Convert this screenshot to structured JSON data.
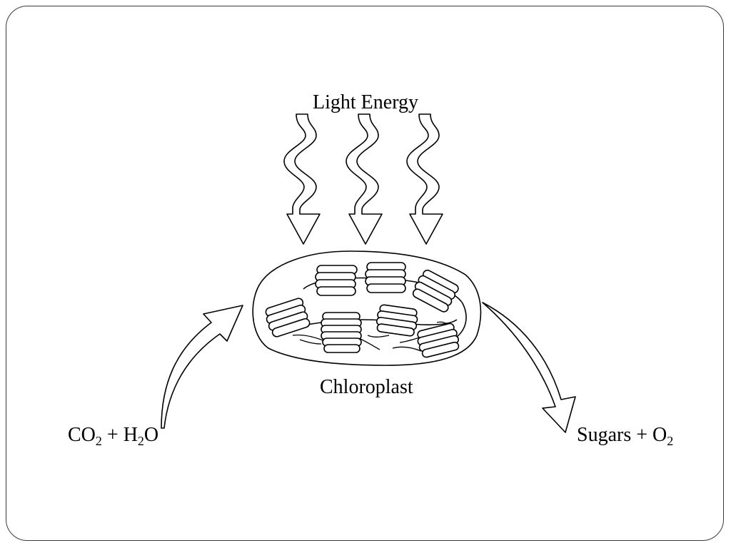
{
  "labels": {
    "light_energy": "Light Energy",
    "chloroplast": "Chloroplast",
    "reactants": {
      "co": "CO",
      "co_sub": "2",
      "plus_h": " + H",
      "h_sub": "2",
      "o": "O"
    },
    "products": {
      "sugars": "Sugars + O",
      "o_sub": "2"
    }
  },
  "colors": {
    "stroke": "#000000",
    "frame": "#3a3a3a",
    "background": "#ffffff"
  }
}
